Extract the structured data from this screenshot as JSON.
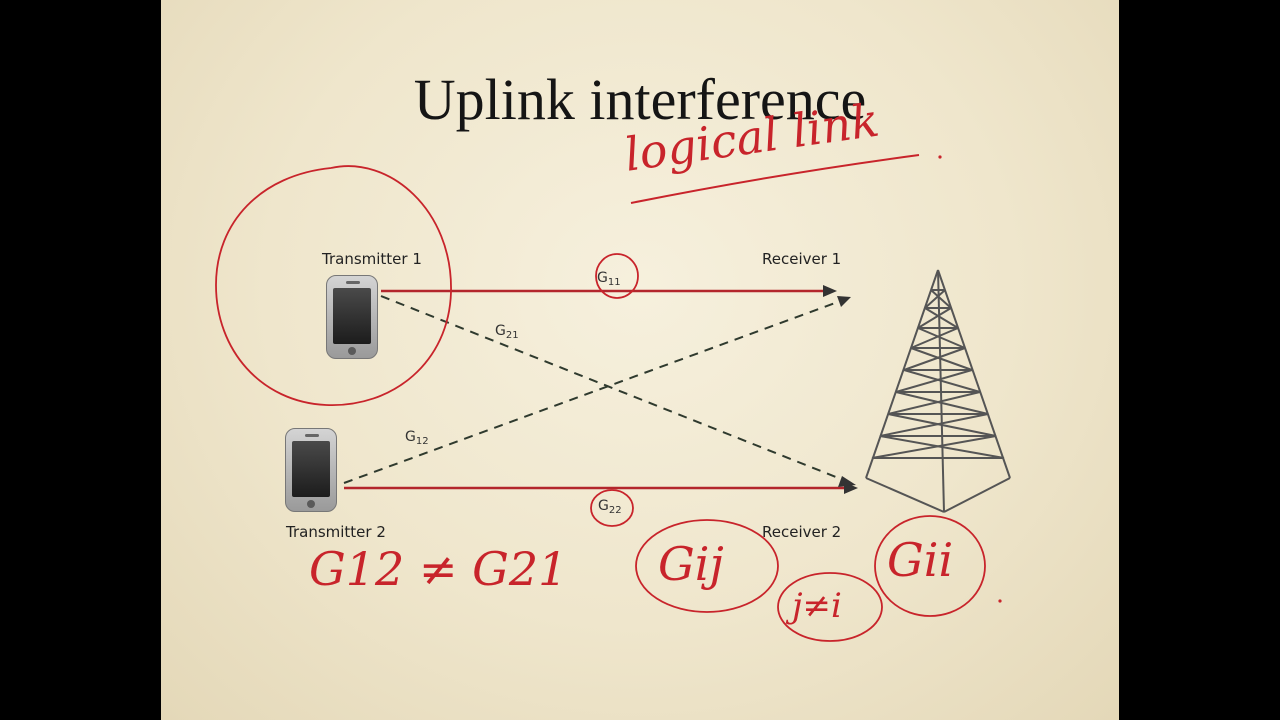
{
  "slide": {
    "title": "Uplink interference",
    "transmitter1_label": "Transmitter 1",
    "transmitter2_label": "Transmitter 2",
    "receiver1_label": "Receiver 1",
    "receiver2_label": "Receiver 2",
    "gains": {
      "g11": {
        "base": "G",
        "sub": "11"
      },
      "g21": {
        "base": "G",
        "sub": "21"
      },
      "g12": {
        "base": "G",
        "sub": "12"
      },
      "g22": {
        "base": "G",
        "sub": "22"
      }
    }
  },
  "annotations": {
    "logical_link": "logical link",
    "inequality": "G12 ≠ G21",
    "gij": "Gij",
    "j_ne_i": "j≠i",
    "gii": "Gii"
  },
  "colors": {
    "slide_background": "#efe6cc",
    "ink_red": "#c8242b",
    "link_red": "#b3262c",
    "dashed_link": "#2f3a2e",
    "tower": "#555555"
  },
  "icons": [
    "smartphone-icon",
    "cell-tower-icon"
  ]
}
